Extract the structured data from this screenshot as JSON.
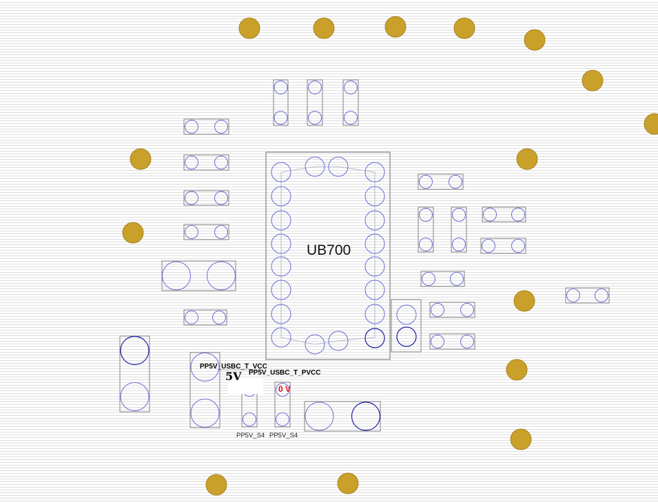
{
  "component": {
    "designator": "UB700"
  },
  "nets": {
    "vcc_label": "PP5V_USBC_T_VCC",
    "pvcc_label": "PP5V_USBC_T_PVCC"
  },
  "measurements": {
    "vcc_voltage": "5V",
    "pvcc_voltage": "0 V"
  },
  "pin_labels": {
    "left": "PP5V_S4",
    "right": "PP5V_S4"
  },
  "colors": {
    "pad_outline": "#6b6bd6",
    "highlight_pad": "#1a1aa0",
    "part_outline": "#808080",
    "via_fill": "#c9a02a",
    "voltage_zero": "#e01010"
  }
}
